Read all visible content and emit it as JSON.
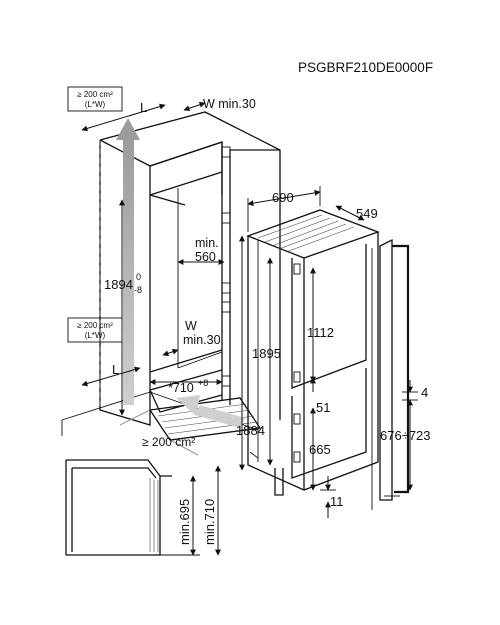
{
  "model_code": "PSGBRF210DE0000F",
  "vent_top": {
    "area": "≥ 200 cm²",
    "formula": "(L*W)"
  },
  "vent_bottom": {
    "area": "≥ 200 cm²",
    "formula": "(L*W)"
  },
  "vent_floor": "≥ 200 cm²",
  "niche": {
    "length_top": "L",
    "width_top": "W min.30",
    "length_bottom": "L",
    "width_bottom_w": "W",
    "width_bottom_min": "min.30",
    "height": "1894",
    "height_tol_upper": "0",
    "height_tol_lower": "-8",
    "depth_min_label": "min.",
    "depth_min_value": "560",
    "width_niche": "*710",
    "width_niche_tol": "+8"
  },
  "appliance": {
    "depth": "690",
    "width": "549",
    "height": "1895",
    "height_total": "1884",
    "upper_door": "1112",
    "gap": "51",
    "lower_door": "665",
    "foot": "11"
  },
  "door_panel": {
    "offset": "4",
    "range": "676÷723"
  },
  "plinth": {
    "min1": "min.695",
    "min2": "min.710"
  }
}
